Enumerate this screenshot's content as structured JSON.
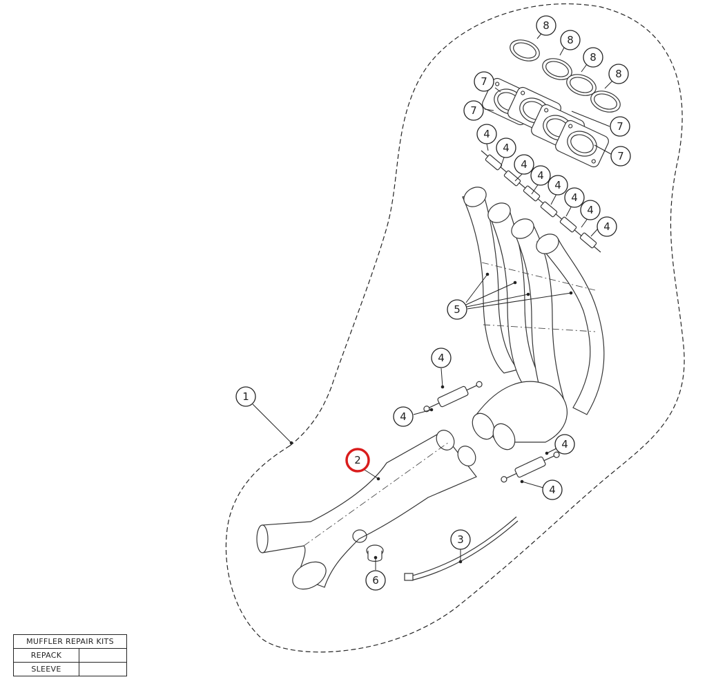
{
  "callouts": {
    "c1": "1",
    "c2": "2",
    "c3": "3",
    "c4": "4",
    "c5": "5",
    "c6": "6",
    "c7": "7",
    "c8": "8"
  },
  "highlight_color": "#d91c1c",
  "kit_table": {
    "title": "MUFFLER REPAIR KITS",
    "rows": [
      {
        "label": "REPACK",
        "value": ""
      },
      {
        "label": "SLEEVE",
        "value": ""
      }
    ]
  }
}
